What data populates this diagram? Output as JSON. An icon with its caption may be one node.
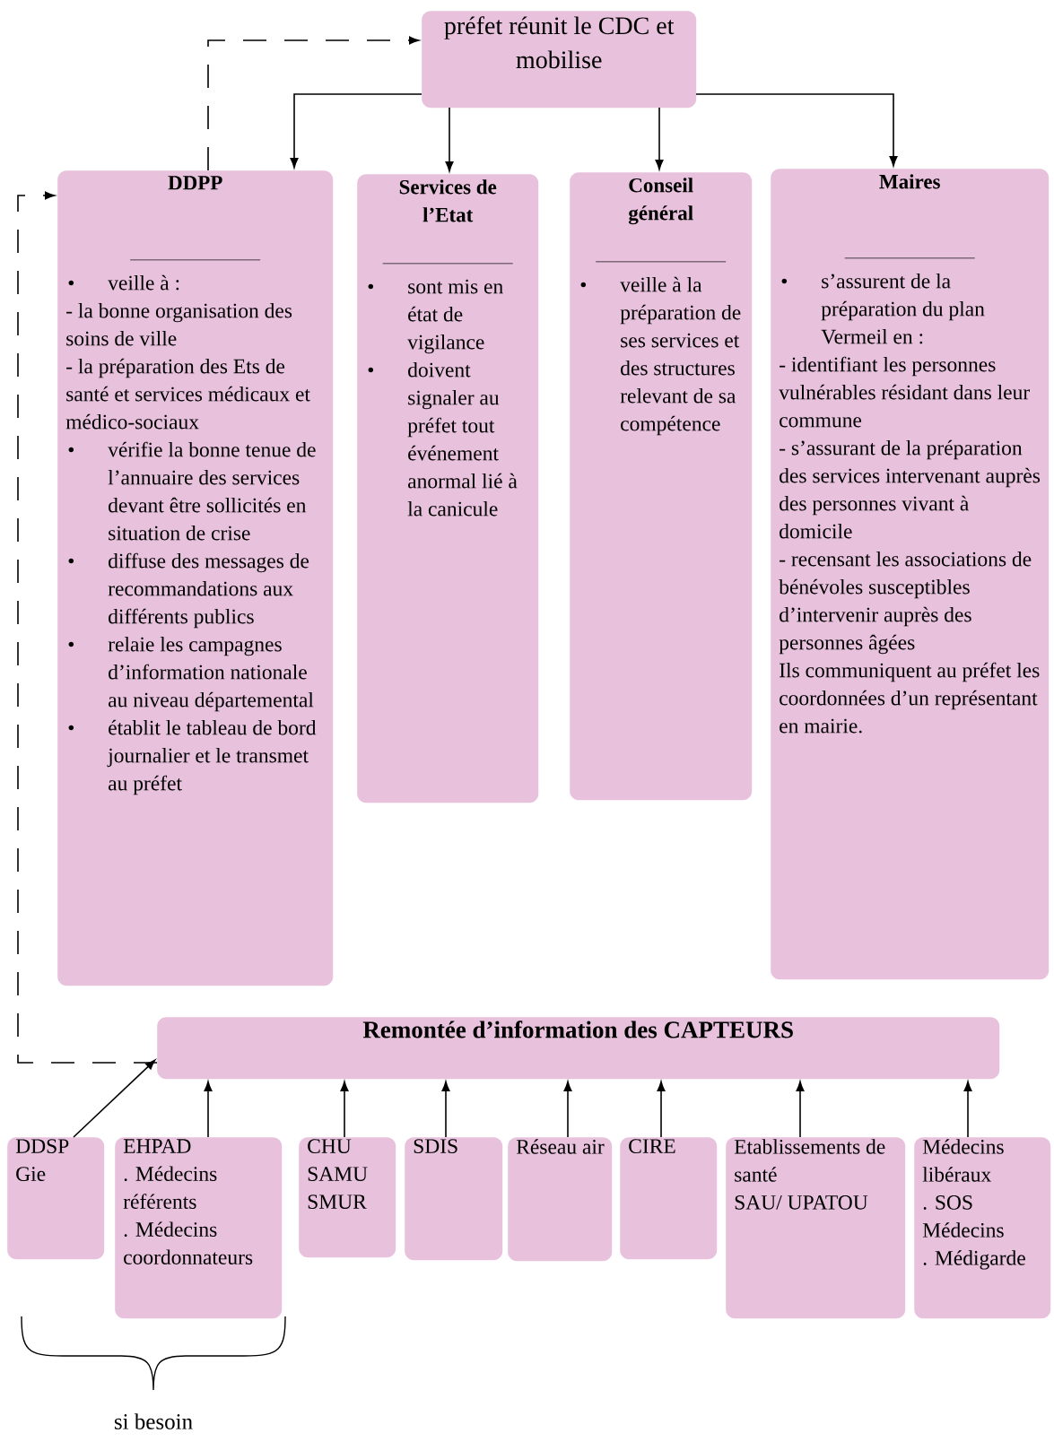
{
  "diagram": {
    "nodes": [
      {
        "text": [
          "préfet réunit le CDC et mobilise"
        ]
      },
      {
        "text": [
          "DDPP",
          "•",
          "veille à :",
          "- la bonne organisation des soins de ville",
          "- la préparation des Ets de santé et services médicaux et médico-sociaux",
          "•",
          "vérifie la bonne tenue de l’annuaire des services devant être sollicités en situation de crise",
          "•",
          "diffuse des messages de recommandations aux différents publics",
          "•",
          "relaie les campagnes d’information nationale au niveau départemental",
          "•",
          "établit le tableau de bord journalier et le transmet au préfet"
        ]
      },
      {
        "text": [
          "Services de l’Etat",
          "•",
          "sont mis en état de vigilance",
          "•",
          "doivent signaler au préfet tout événement anormal lié à la canicule"
        ]
      },
      {
        "text": [
          "Conseil général",
          "•",
          "veille à la préparation de ses services et des structures relevant de sa compétence"
        ]
      },
      {
        "text": [
          "Maires",
          "•",
          "s’assurent de la préparation du plan Vermeil en :",
          "- identifiant les personnes vulnérables résidant dans leur commune",
          "- s’assurant de la préparation des services intervenant auprès des personnes vivant à domicile",
          "- recensant les associations de bénévoles susceptibles d’intervenir auprès des personnes âgées",
          "Ils communiquent au préfet les coordonnées d’un représentant en mairie."
        ]
      },
      {
        "text": [
          "Remontée d’information des CAPTEURS"
        ]
      },
      {
        "text": [
          "DDSP",
          "Gie"
        ]
      },
      {
        "text": [
          "EHPAD",
          ". Médecins référents",
          ". Médecins coordonnateurs"
        ]
      },
      {
        "text": [
          "CHU",
          "SAMU",
          "SMUR"
        ]
      },
      {
        "text": [
          "SDIS"
        ]
      },
      {
        "text": [
          "Réseau air"
        ]
      },
      {
        "text": [
          "CIRE"
        ]
      },
      {
        "text": [
          "Etablissements de santé",
          "SAU/ UPATOU"
        ]
      },
      {
        "text": [
          "Médecins libéraux",
          ". SOS Médecins",
          ". Médigarde"
        ]
      }
    ],
    "edges": [
      {
        "from": 0,
        "to": 1,
        "arrow": "to"
      },
      {
        "from": 0,
        "to": 2,
        "arrow": "to"
      },
      {
        "from": 0,
        "to": 3,
        "arrow": "to"
      },
      {
        "from": 0,
        "to": 4,
        "arrow": "to"
      },
      {
        "from": 1,
        "to": 0,
        "arrow": "to",
        "style": "dashed"
      },
      {
        "from": 5,
        "to": 1,
        "arrow": "to",
        "style": "dashed"
      },
      {
        "from": 6,
        "to": 5,
        "arrow": "to"
      },
      {
        "from": 7,
        "to": 5,
        "arrow": "to"
      },
      {
        "from": 8,
        "to": 5,
        "arrow": "to"
      },
      {
        "from": 9,
        "to": 5,
        "arrow": "to"
      },
      {
        "from": 10,
        "to": 5,
        "arrow": "to"
      },
      {
        "from": 11,
        "to": 5,
        "arrow": "to"
      },
      {
        "from": 12,
        "to": 5,
        "arrow": "to"
      },
      {
        "from": 13,
        "to": 5,
        "arrow": "to"
      }
    ],
    "labels": [
      "si besoin"
    ]
  }
}
